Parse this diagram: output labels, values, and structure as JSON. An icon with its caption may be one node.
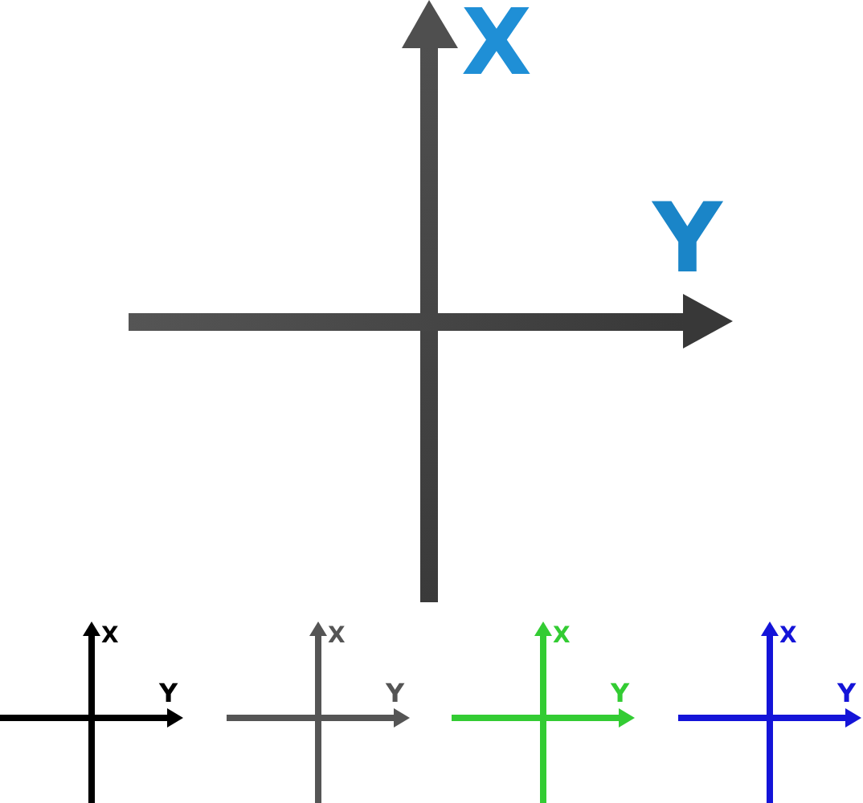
{
  "diagram": {
    "labels": [
      "X",
      "Y",
      "X",
      "Y",
      "X",
      "Y",
      "X",
      "Y",
      "X",
      "Y"
    ]
  }
}
